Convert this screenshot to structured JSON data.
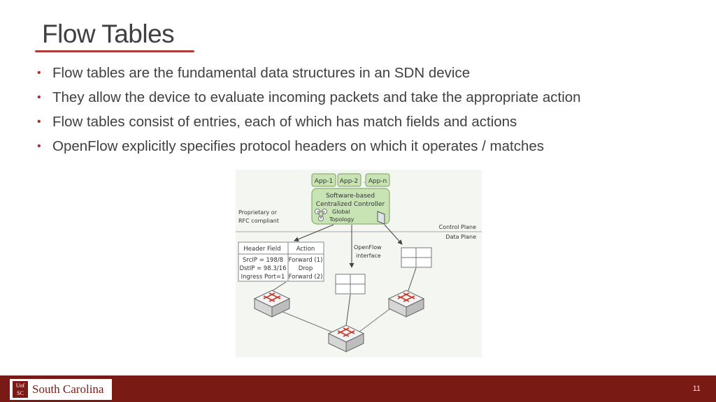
{
  "slide": {
    "title": "Flow Tables",
    "bullets": [
      "Flow tables are the fundamental data structures in an SDN device",
      "They allow the device to evaluate incoming packets and take the appropriate action",
      "Flow tables consist of entries, each of which has match fields and actions",
      "OpenFlow explicitly specifies protocol headers on which it operates / matches"
    ],
    "page_number": "11"
  },
  "figure": {
    "apps": [
      "App-1",
      "App-2",
      "App-n"
    ],
    "apps_ellipsis": "...",
    "controller_line1": "Software-based",
    "controller_line2": "Centralized Controller",
    "topology_line1": "Global",
    "topology_line2": "Topology",
    "proprietary_line1": "Proprietary or",
    "proprietary_line2": "RFC compliant",
    "control_plane": "Control Plane",
    "data_plane": "Data Plane",
    "openflow_line1": "OpenFlow",
    "openflow_line2": "interface",
    "table_headers": [
      "Header Field",
      "Action"
    ],
    "table_rows": [
      [
        "SrcIP = 198/8",
        "Forward (1)"
      ],
      [
        "DstIP = 98.3/16",
        "Drop"
      ],
      [
        "Ingress Port=1",
        "Forward (2)"
      ]
    ]
  },
  "footer": {
    "logo_mark": "UofSC",
    "logo_text": "South Carolina",
    "bar_color": "#7a1a14"
  },
  "colors": {
    "accent": "#b13a36",
    "controller_fill": "#c9e4b4",
    "switch_red": "#c0392b"
  }
}
